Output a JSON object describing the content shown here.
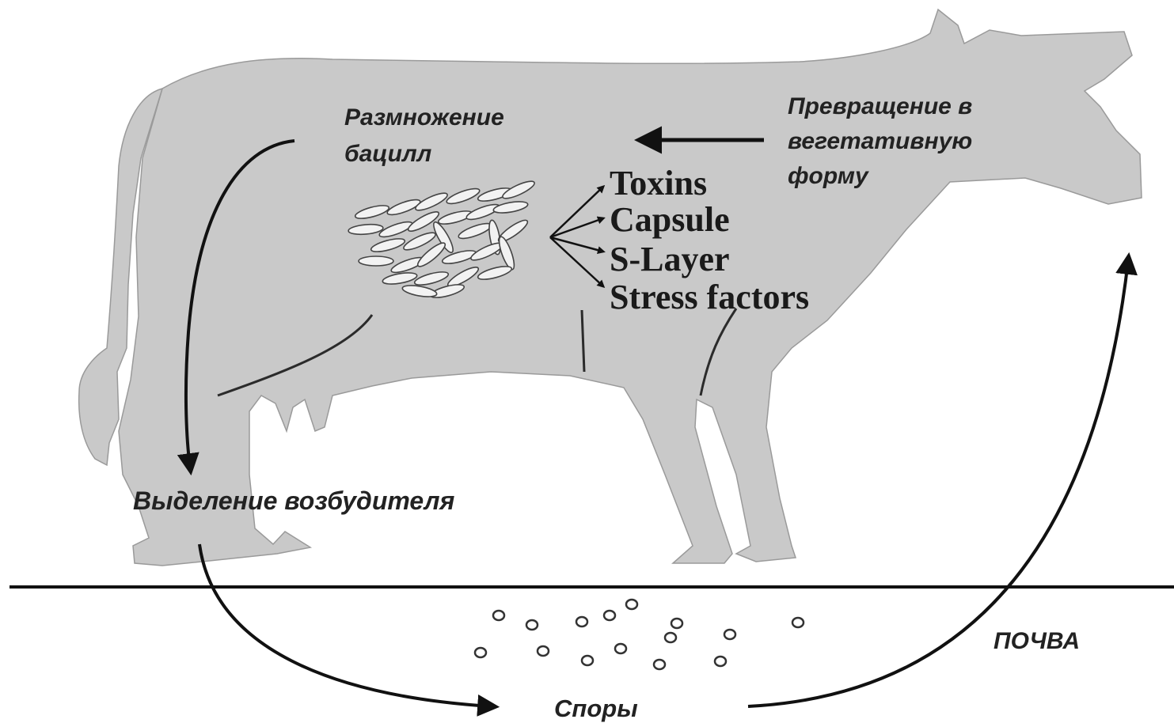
{
  "colors": {
    "cow_fill": "#c9c9c9",
    "ink": "#1a1a1a",
    "background": "#ffffff"
  },
  "labels": {
    "reproduction": [
      "Размножение",
      "бацилл"
    ],
    "conversion": [
      "Превращение в",
      "вегетативную",
      "форму"
    ],
    "shedding": "Выделение возбудителя",
    "soil": "ПОЧВА",
    "spores": "Споры"
  },
  "factors": [
    "Toxins",
    "Capsule",
    "S-Layer",
    "Stress factors"
  ],
  "icons": [
    "cow-silhouette",
    "bacilli-cluster",
    "spore-dots",
    "cycle-arrows"
  ]
}
